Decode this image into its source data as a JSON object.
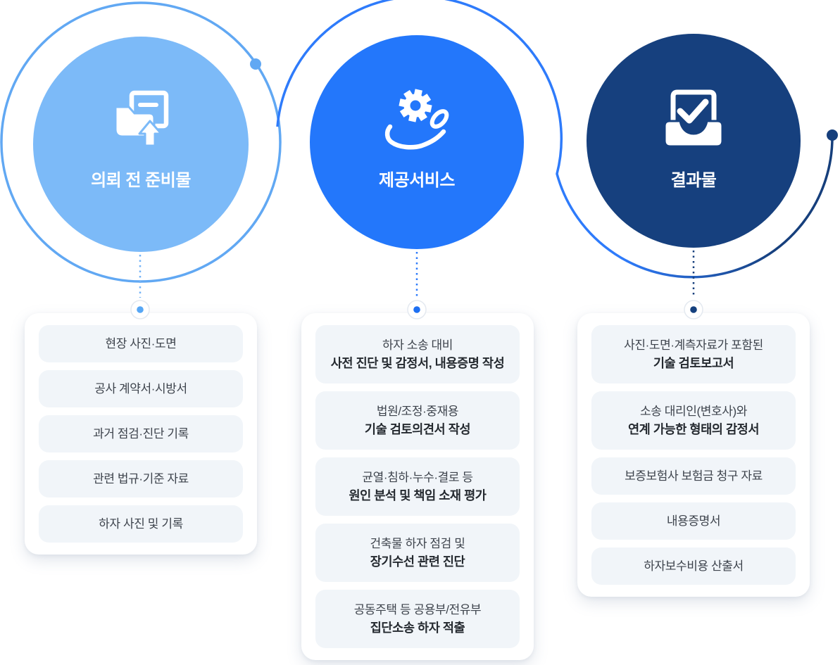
{
  "steps": [
    {
      "label": "의뢰 전 준비물",
      "icon": "folder-upload-icon",
      "circle_color": "#7CBAF8",
      "ring_color": "#61A8F3",
      "items": [
        {
          "line1": "현장 사진·도면"
        },
        {
          "line1": "공사 계약서·시방서"
        },
        {
          "line1": "과거 점검·진단 기록"
        },
        {
          "line1": "관련 법규·기준 자료"
        },
        {
          "line1": "하자 사진 및 기록"
        }
      ]
    },
    {
      "label": "제공서비스",
      "icon": "hand-gear-icon",
      "circle_color": "#2377FB",
      "ring_color": "#2E7BFB",
      "items": [
        {
          "line1": "하자 소송 대비",
          "line2": "사전 진단 및 감정서, 내용증명 작성"
        },
        {
          "line1": "법원/조정·중재용",
          "line2": "기술 검토의견서 작성"
        },
        {
          "line1": "균열·침하·누수·결로 등",
          "line2": "원인 분석 및 책임 소재 평가"
        },
        {
          "line1": "건축물 하자 점검 및",
          "line2": "장기수선 관련 진단"
        },
        {
          "line1": "공동주택 등 공용부/전유부",
          "line2": "집단소송 하자 적출"
        }
      ]
    },
    {
      "label": "결과물",
      "icon": "inbox-check-icon",
      "circle_color": "#16407E",
      "ring_color": "#163F7C",
      "items": [
        {
          "line1": "사진·도면·계측자료가 포함된",
          "line2": "기술 검토보고서"
        },
        {
          "line1": "소송 대리인(변호사)와",
          "line2": "연계 가능한 형태의 감정서"
        },
        {
          "line1": "보증보험사 보험금 청구 자료"
        },
        {
          "line1": "내용증명서"
        },
        {
          "line1": "하자보수비용 산출서"
        }
      ]
    }
  ],
  "colors": {
    "item_background": "#F1F5F9",
    "card_background": "#FFFFFF",
    "item_text": "#3D434C",
    "item_text_bold": "#24292F",
    "connector_dot_1": "#57A7F5",
    "connector_dot_2": "#1D6FF2",
    "connector_dot_3": "#14407E"
  }
}
